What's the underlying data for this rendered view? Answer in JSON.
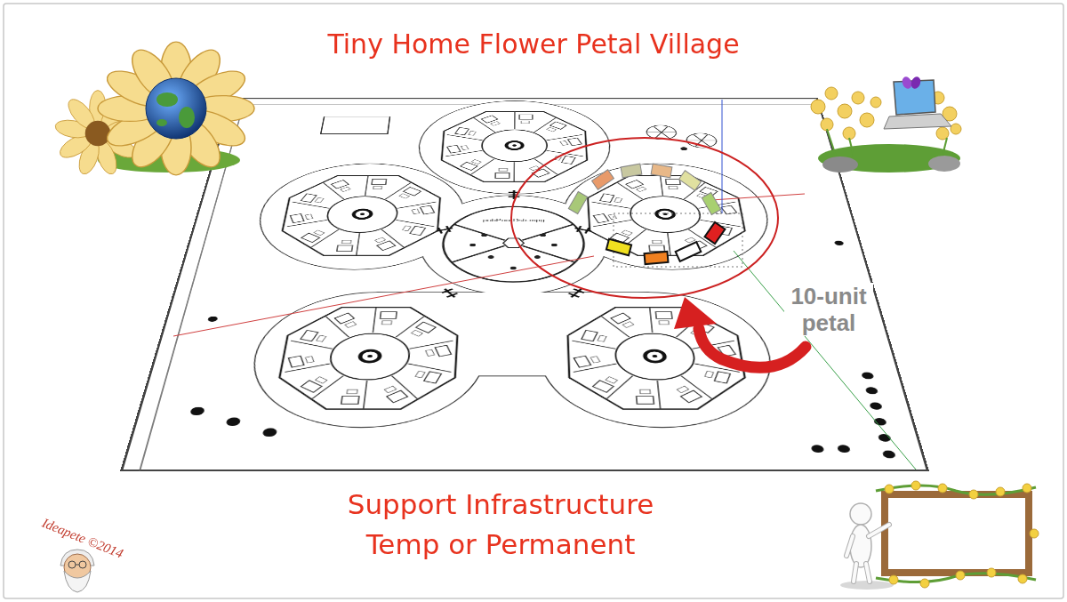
{
  "diagram": {
    "title": "Tiny Home Flower Petal Village",
    "caption": "Support Infrastructure Temp or Permanent",
    "labels": [
      "pubPourDstr.mpg",
      "10-unit petal",
      "Ideapete ©2014"
    ]
  }
}
